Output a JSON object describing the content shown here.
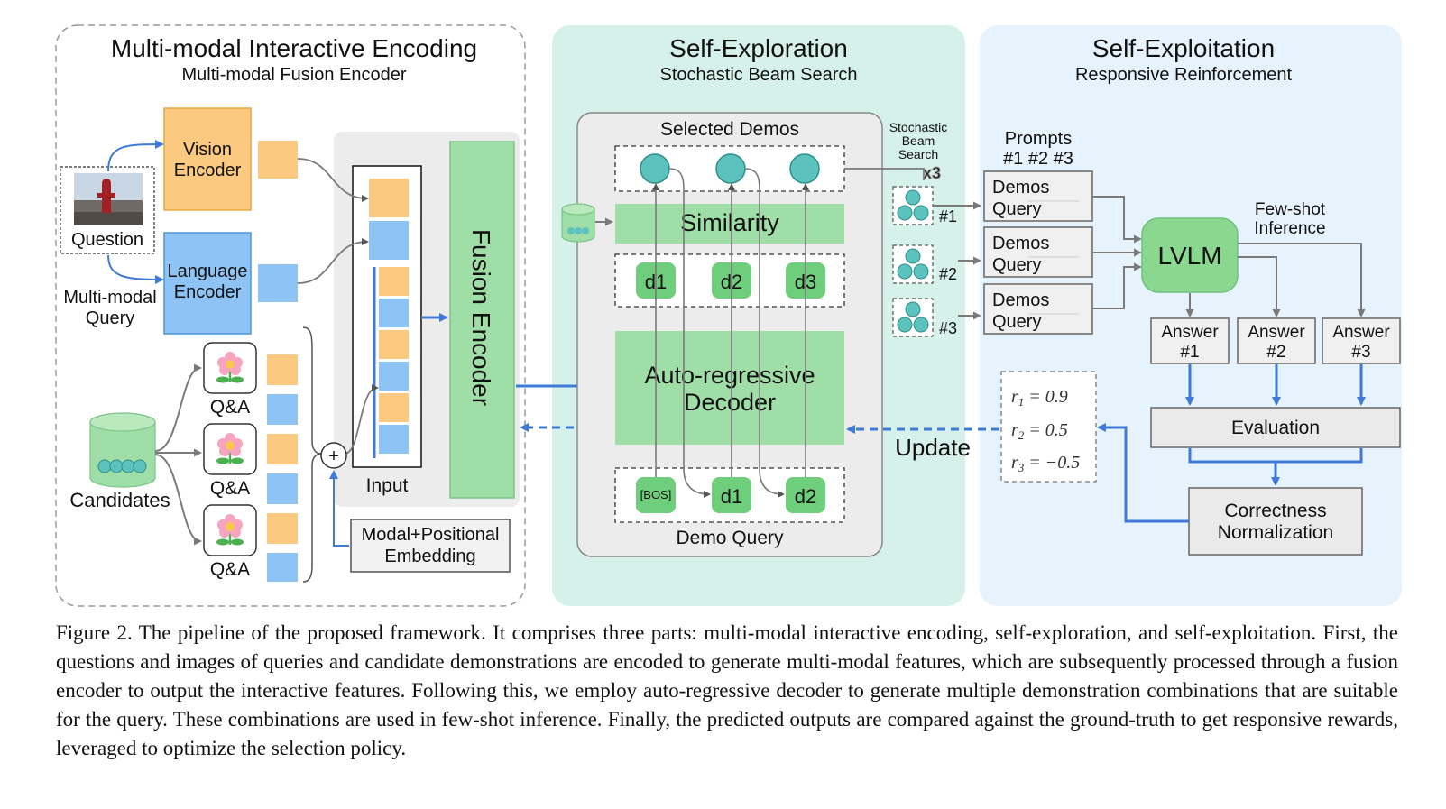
{
  "panels": {
    "encoding": {
      "title": "Multi-modal Interactive Encoding",
      "subtitle": "Multi-modal Fusion Encoder"
    },
    "exploration": {
      "title": "Self-Exploration",
      "subtitle": "Stochastic Beam Search"
    },
    "exploitation": {
      "title": "Self-Exploitation",
      "subtitle": "Responsive Reinforcement"
    }
  },
  "encoding": {
    "question_label": "Question",
    "vision_encoder": [
      "Vision",
      "Encoder"
    ],
    "language_encoder": [
      "Language",
      "Encoder"
    ],
    "multimodal_query": [
      "Multi-modal",
      "Query"
    ],
    "candidates_label": "Candidates",
    "qa_labels": [
      "Q&A",
      "Q&A",
      "Q&A"
    ],
    "input_label": "Input",
    "fusion_encoder": "Fusion Encoder",
    "plus_symbol": "+",
    "embedding": [
      "Modal+Positional",
      "Embedding"
    ]
  },
  "exploration": {
    "selected_demos": "Selected Demos",
    "similarity": "Similarity",
    "demo_tokens": [
      "d1",
      "d2",
      "d3"
    ],
    "decoder": [
      "Auto-regressive",
      "Decoder"
    ],
    "query_tokens": [
      "[BOS]",
      "d1",
      "d2"
    ],
    "demo_query": "Demo Query",
    "stochastic_beam_search": [
      "Stochastic",
      "Beam",
      "Search"
    ],
    "times_three": "x3",
    "beam_ids": [
      "#1",
      "#2",
      "#3"
    ],
    "update": "Update"
  },
  "exploitation": {
    "prompts": [
      "Prompts",
      "#1 #2 #3"
    ],
    "prompt_boxes": [
      {
        "line1": "Demos",
        "line2": "Query"
      },
      {
        "line1": "Demos",
        "line2": "Query"
      },
      {
        "line1": "Demos",
        "line2": "Query"
      }
    ],
    "lvlm": "LVLM",
    "fewshot": [
      "Few-shot",
      "Inference"
    ],
    "answers": [
      {
        "line1": "Answer",
        "line2": "#1"
      },
      {
        "line1": "Answer",
        "line2": "#2"
      },
      {
        "line1": "Answer",
        "line2": "#3"
      }
    ],
    "evaluation": "Evaluation",
    "normalization": [
      "Correctness",
      "Normalization"
    ],
    "rewards": [
      {
        "sym": "r",
        "sub": "1",
        "val": " = 0.9"
      },
      {
        "sym": "r",
        "sub": "2",
        "val": " = 0.5"
      },
      {
        "sym": "r",
        "sub": "3",
        "val": " = −0.5"
      }
    ]
  },
  "caption": "Figure 2. The pipeline of the proposed framework. It comprises three parts: multi-modal interactive encoding, self-exploration, and self-exploitation. First, the questions and images of queries and candidate demonstrations are encoded to generate multi-modal features, which are subsequently processed through a fusion encoder to output the interactive features. Following this, we employ auto-regressive decoder to generate multiple demonstration combinations that are suitable for the query. These combinations are used in few-shot inference. Finally, the predicted outputs are compared against the ground-truth to get responsive rewards, leveraged to optimize the selection policy.",
  "colors": {
    "vision": "#fbc97f",
    "language": "#8ec4f5",
    "green": "#9fdea6",
    "green_dark": "#6fce7c",
    "teal": "#5cc2bd",
    "arrow_blue": "#3f7bd6",
    "panel_mid": "#d6f0ea",
    "panel_right": "#e6f2fc"
  }
}
